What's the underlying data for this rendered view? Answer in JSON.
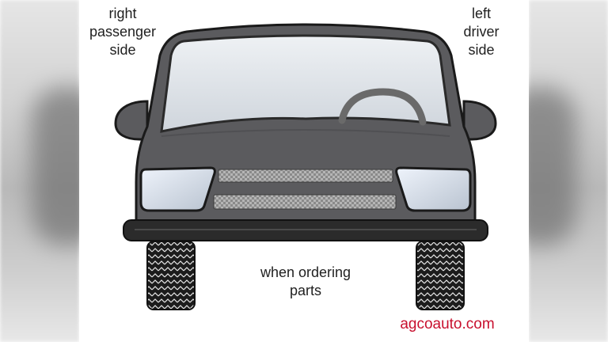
{
  "labels": {
    "right_passenger": "right\npassenger\nside",
    "left_driver": "left\ndriver\nside",
    "ordering": "when ordering\nparts"
  },
  "brand": {
    "text": "agcoauto.com",
    "color": "#c8102e"
  },
  "colors": {
    "car_body": "#5b5b5e",
    "car_outline": "#1a1a1a",
    "windshield": "#dfe3e8",
    "bumper": "#2b2b2b",
    "tire": "#1c1c1c"
  }
}
